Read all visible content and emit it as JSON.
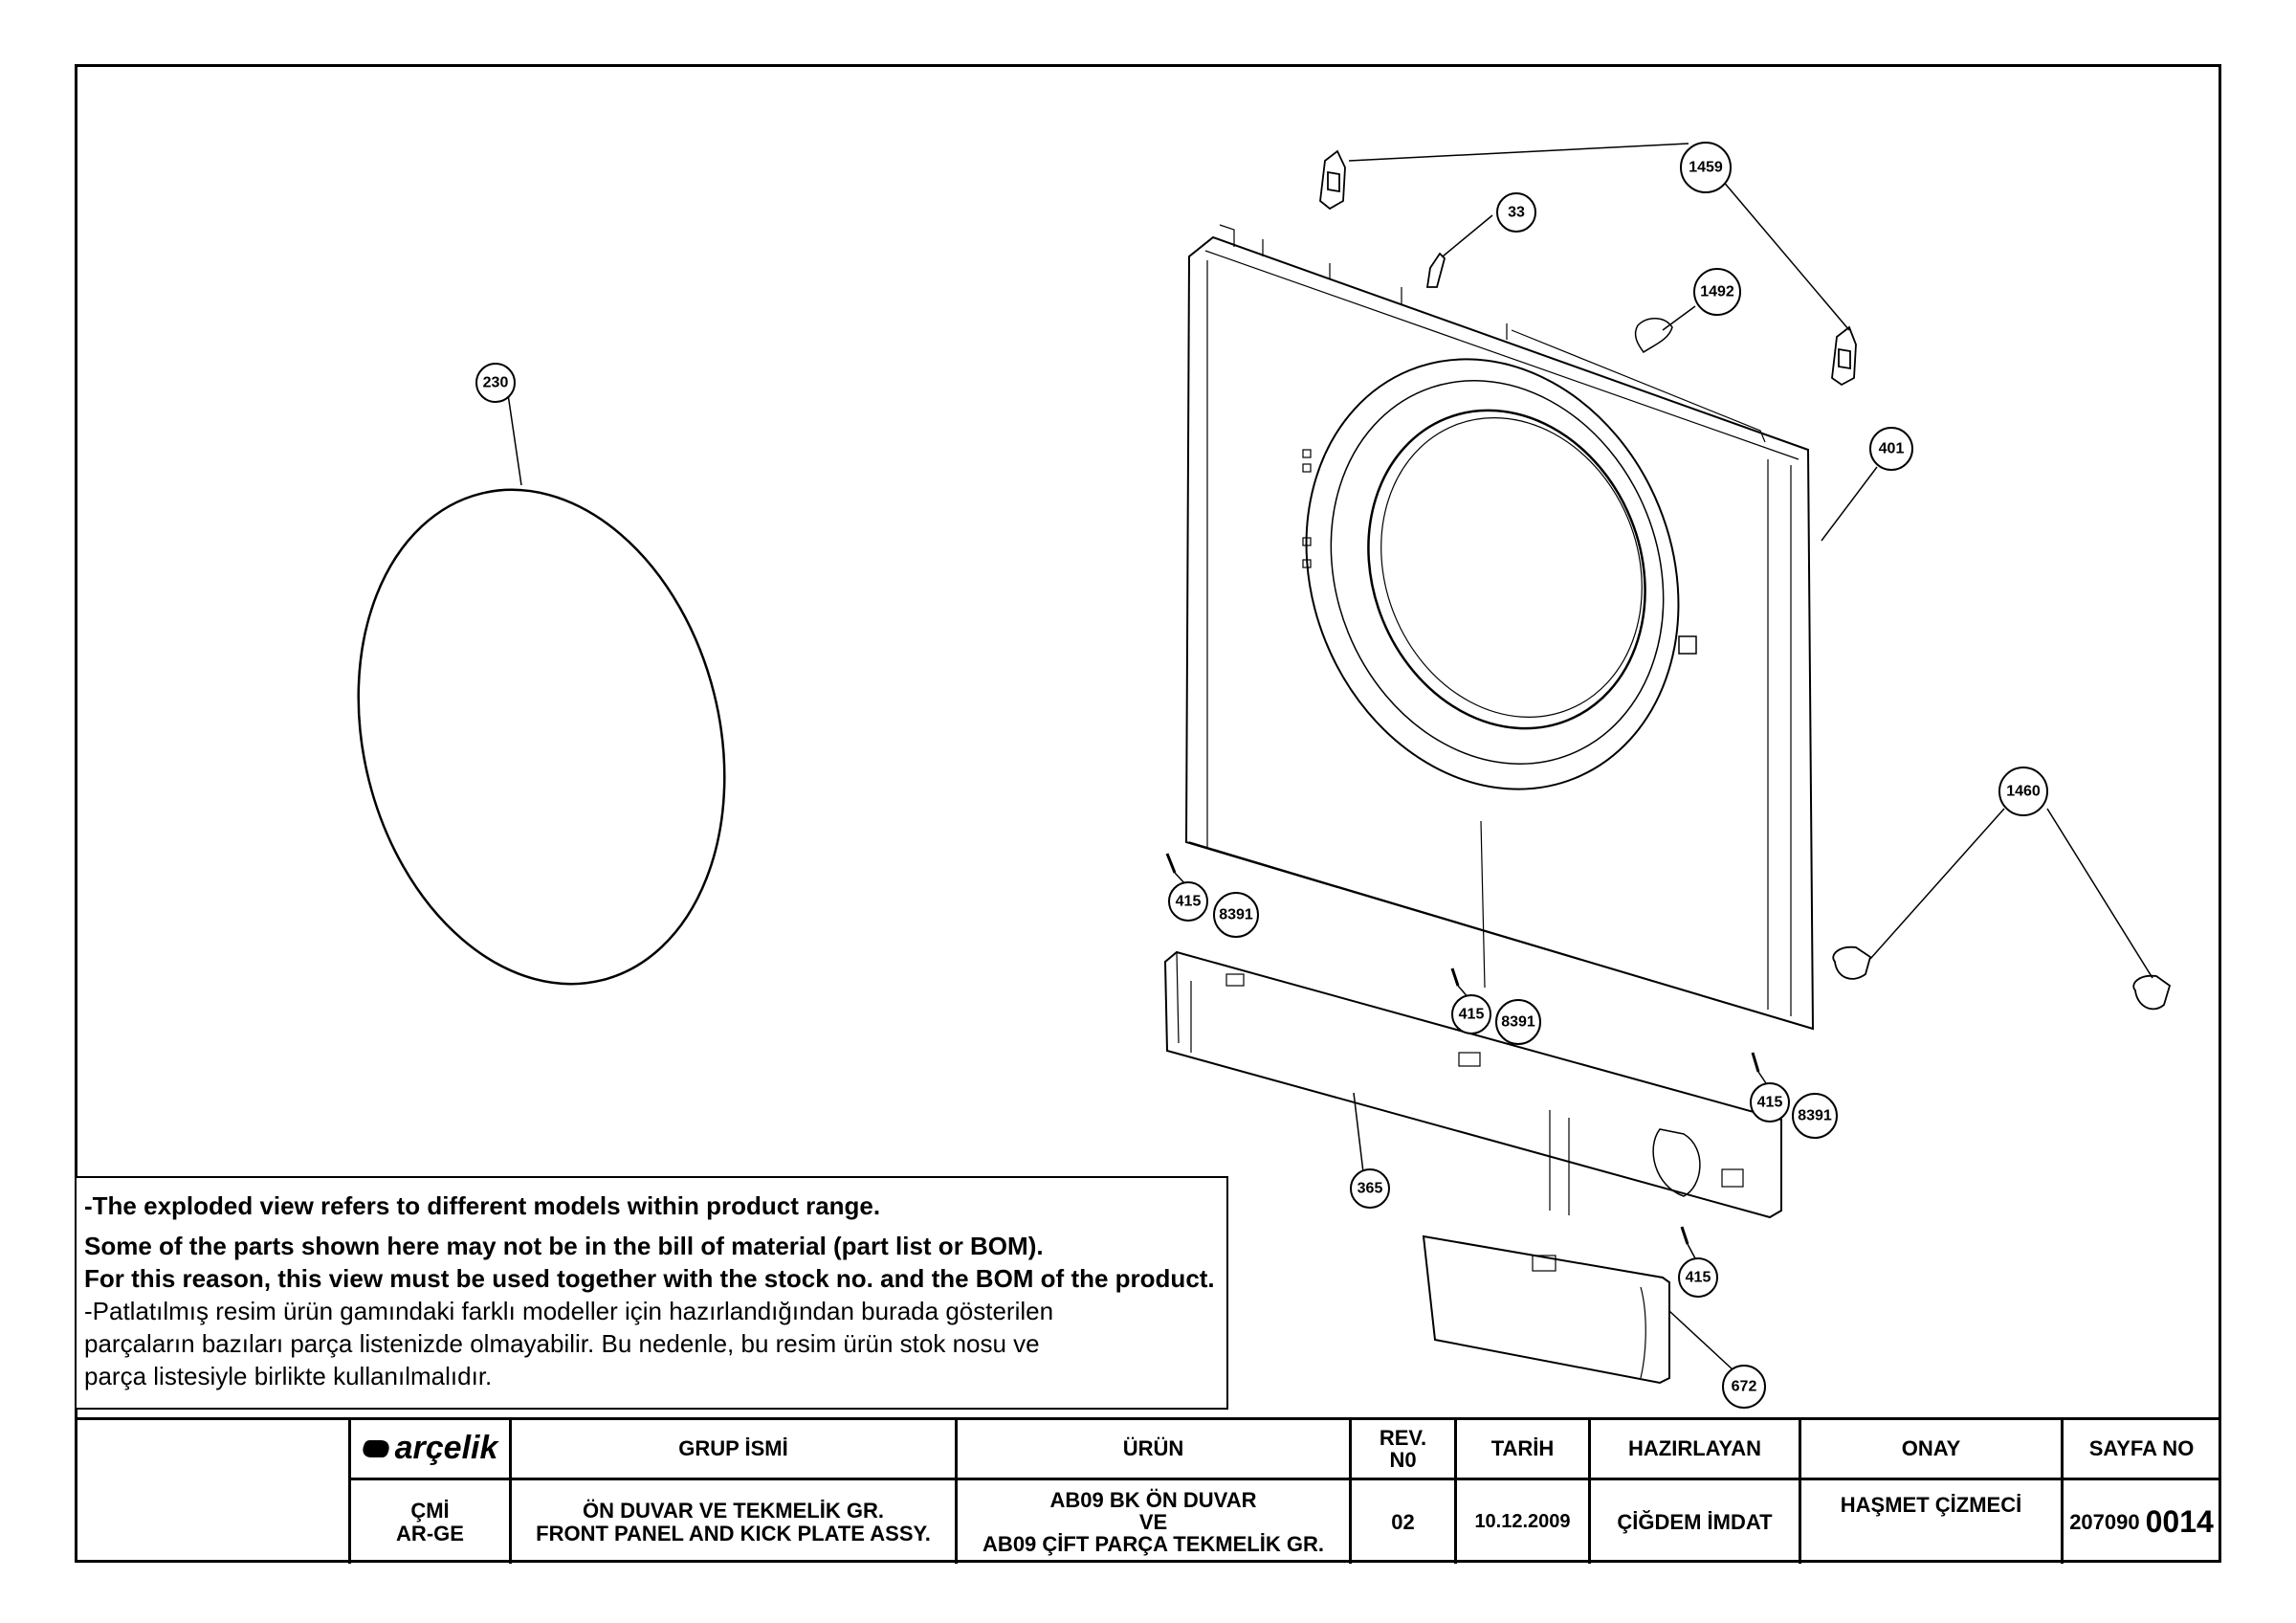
{
  "diagram": {
    "callouts": [
      {
        "id": "c-1459",
        "label": "1459"
      },
      {
        "id": "c-33",
        "label": "33"
      },
      {
        "id": "c-1492",
        "label": "1492"
      },
      {
        "id": "c-230",
        "label": "230"
      },
      {
        "id": "c-401",
        "label": "401"
      },
      {
        "id": "c-1460",
        "label": "1460"
      },
      {
        "id": "c-415-a",
        "label": "415"
      },
      {
        "id": "c-8391-a",
        "label": "8391"
      },
      {
        "id": "c-415-b",
        "label": "415"
      },
      {
        "id": "c-8391-b",
        "label": "8391"
      },
      {
        "id": "c-415-c",
        "label": "415"
      },
      {
        "id": "c-8391-c",
        "label": "8391"
      },
      {
        "id": "c-365",
        "label": "365"
      },
      {
        "id": "c-415-d",
        "label": "415"
      },
      {
        "id": "c-672",
        "label": "672"
      }
    ]
  },
  "note": {
    "lines": [
      "-The exploded view refers to different models within product range.",
      " Some of the parts shown here may not be in the bill of material (part list or BOM).",
      " For this reason, this view must be used together with the stock no. and the BOM of the product.",
      "-Patlatılmış resim ürün gamındaki farklı modeller için hazırlandığından burada gösterilen",
      " parçaların bazıları parça listenizde olmayabilir. Bu nedenle, bu resim ürün stok nosu ve",
      " parça listesiyle birlikte kullanılmalıdır."
    ]
  },
  "titleblock": {
    "logo": "arçelik",
    "headers": {
      "group": "GRUP İSMİ",
      "product": "ÜRÜN",
      "rev": "REV. N0",
      "date": "TARİH",
      "prepared": "HAZIRLAYAN",
      "approval": "ONAY",
      "page": "SAYFA NO"
    },
    "values": {
      "dept_line1": "ÇMİ",
      "dept_line2": "AR-GE",
      "group_line1": "ÖN DUVAR VE TEKMELİK GR.",
      "group_line2": "FRONT PANEL AND KICK PLATE ASSY.",
      "product_line1": "AB09 BK ÖN DUVAR",
      "product_line2": "VE",
      "product_line3": "AB09 ÇİFT PARÇA TEKMELİK GR.",
      "rev": "02",
      "date": "10.12.2009",
      "prepared": "ÇİĞDEM İMDAT",
      "approval": "HAŞMET ÇİZMECİ",
      "page_prefix": "207090",
      "page_number": "0014"
    }
  }
}
